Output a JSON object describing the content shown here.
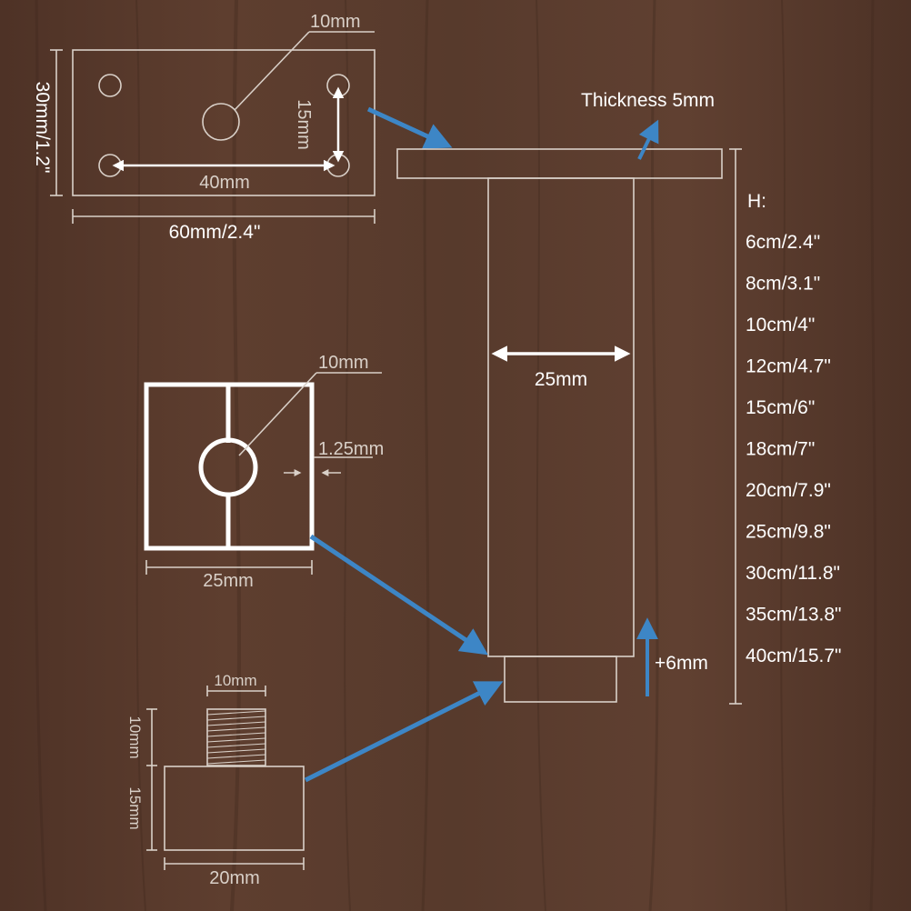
{
  "colors": {
    "wood": "#5a3b2d",
    "wood_dark": "#4a2f23",
    "line": "#d9d0c8",
    "arrow_blue": "#3d86c6",
    "text_white": "#ffffff"
  },
  "top_plate": {
    "hole_label": "10mm",
    "height_label": "30mm/1.2\"",
    "vertical_spacing_label": "15mm",
    "horizontal_spacing_label": "40mm",
    "width_label": "60mm/2.4\""
  },
  "main_leg": {
    "thickness_label": "Thickness 5mm",
    "tube_width_label": "25mm",
    "adjust_label": "+6mm"
  },
  "heights": {
    "title": "H:",
    "items": [
      "6cm/2.4\"",
      "8cm/3.1\"",
      "10cm/4\"",
      "12cm/4.7\"",
      "15cm/6\"",
      "18cm/7\"",
      "20cm/7.9\"",
      "25cm/9.8\"",
      "30cm/11.8\"",
      "35cm/13.8\"",
      "40cm/15.7\""
    ]
  },
  "cross_section": {
    "hole_label": "10mm",
    "wall_label": "1.25mm",
    "width_label": "25mm"
  },
  "adjuster_foot": {
    "thread_width_label": "10mm",
    "thread_height_label": "10mm",
    "base_height_label": "15mm",
    "base_width_label": "20mm"
  }
}
